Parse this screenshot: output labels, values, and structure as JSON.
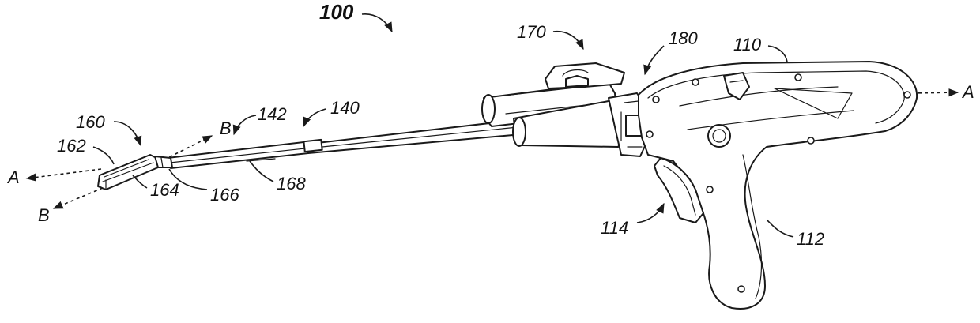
{
  "labels": {
    "device": "100",
    "housing": "110",
    "handle": "112",
    "trigger": "114",
    "shaft": "140",
    "shaft_section": "142",
    "end_effector": "160",
    "end_effector_tip": "162",
    "end_effector_jaw": "164",
    "joint": "166",
    "rod": "168",
    "knob": "170",
    "rotation_part": "180",
    "axis_a_left": "A",
    "axis_a_right": "A",
    "axis_b_upper": "B",
    "axis_b_lower": "B"
  },
  "colors": {
    "line": "#1a1a1a",
    "background": "#ffffff"
  }
}
